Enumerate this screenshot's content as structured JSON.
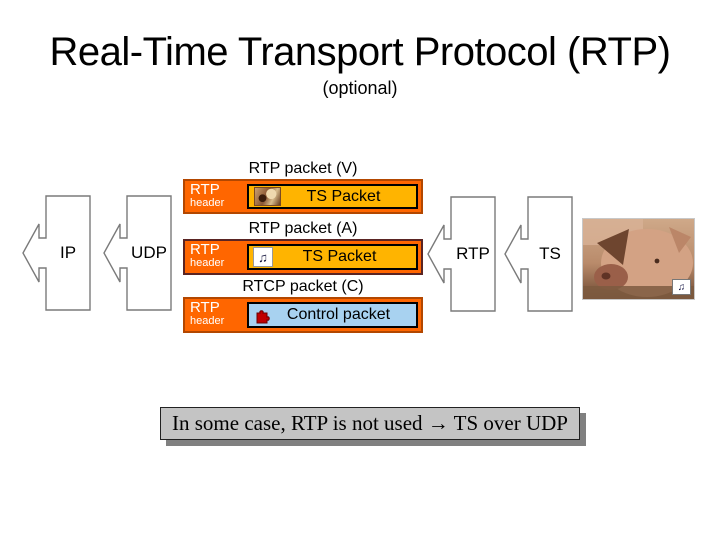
{
  "slide": {
    "title": "Real-Time Transport Protocol (RTP)",
    "subtitle": "(optional)",
    "note": "In some case, RTP is not used → TS over UDP"
  },
  "protocol_stack": {
    "nodes": [
      {
        "label": "IP"
      },
      {
        "label": "UDP"
      },
      {
        "label": "RTP"
      },
      {
        "label": "TS"
      }
    ]
  },
  "packets": [
    {
      "title": "RTP packet (V)",
      "header_line1": "RTP",
      "header_line2": "header",
      "payload_label": "TS Packet",
      "payload_icon": "video-frame-icon"
    },
    {
      "title": "RTP packet (A)",
      "header_line1": "RTP",
      "header_line2": "header",
      "payload_label": "TS Packet",
      "payload_icon": "music-notes-icon"
    },
    {
      "title": "RTCP packet (C)",
      "header_line1": "RTP",
      "header_line2": "header",
      "payload_label": "Control packet",
      "payload_icon": "puzzle-piece-icon"
    }
  ],
  "icons": {
    "music_notes_glyph": "♫",
    "pig_badge_glyph": "♫"
  },
  "colors": {
    "rtp_header_fill": "#FF6600",
    "ts_payload_fill": "#FFB400",
    "control_payload_fill": "#A8D2F0",
    "packet_border_video": "#B34700",
    "packet_border_audio": "#5A2423",
    "arrow_outline": "#7A7A7A",
    "note_fill": "#C4C4C4",
    "note_shadow": "#808080"
  }
}
